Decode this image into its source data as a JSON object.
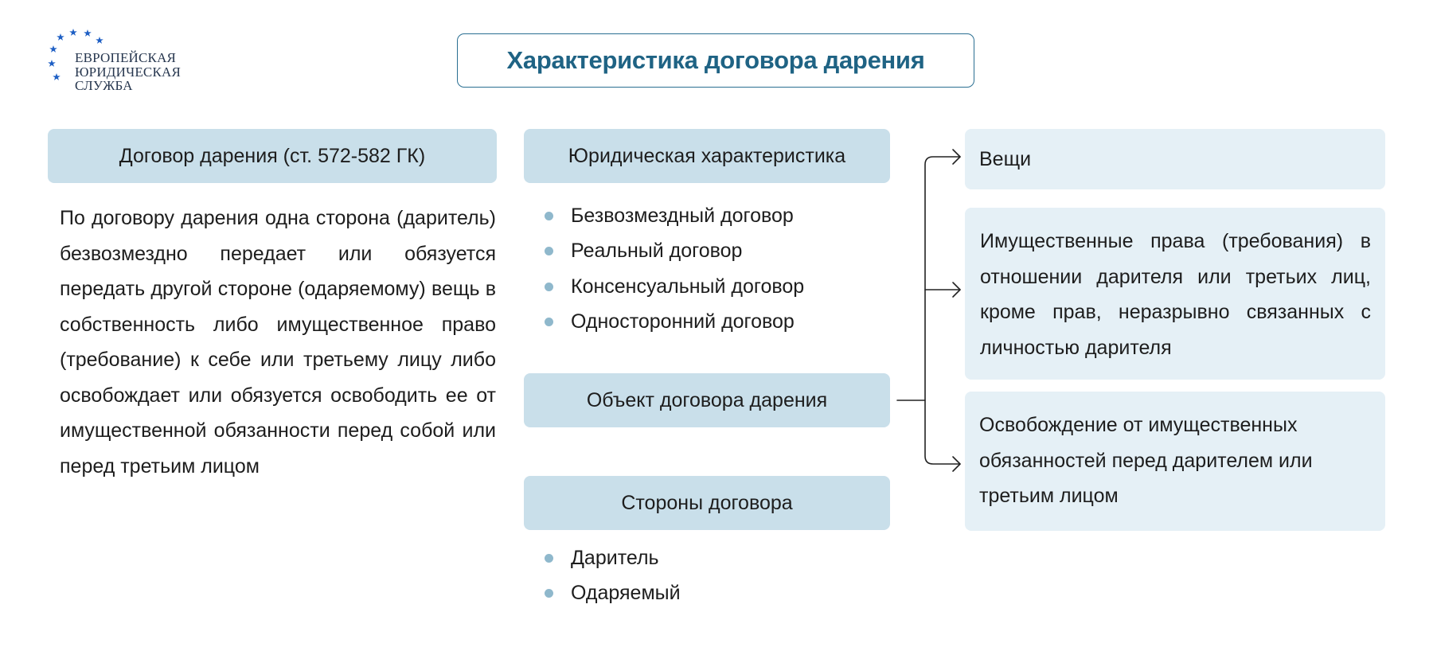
{
  "logo": {
    "lines": [
      "ЕВРОПЕЙСКАЯ",
      "ЮРИДИЧЕСКАЯ",
      "СЛУЖБА"
    ],
    "star_color": "#1e5fc4",
    "icon": "stars-arc-icon"
  },
  "title": "Характеристика договора дарения",
  "left": {
    "header": "Договор дарения (ст. 572-582 ГК)",
    "definition": "По договору дарения одна сторона (дари­тель) безвозмездно передает или обязу­ется передать другой стороне (одаряемо­му) вещь в собственность либо имущест­венное право (требование) к себе или третьему лицу либо освобождает или обя­зуется освободить ее от имущественной обязанности перед собой или перед тре­тьим лицом"
  },
  "middle": {
    "legal_header": "Юридическая характеристика",
    "legal_items": [
      "Безвозмездный договор",
      "Реальный договор",
      "Консенсуальный договор",
      "Односторонний договор"
    ],
    "object_header": "Объект договора дарения",
    "parties_header": "Стороны договора",
    "parties_items": [
      "Даритель",
      "Одаряемый"
    ]
  },
  "right": {
    "objects": [
      "Вещи",
      "Имущественные права (требования) в отношении дарителя или третьих лиц, кроме прав, неразрывно связанных с личностью дарителя",
      "Освобождение от имущественных обязанностей перед дарителем или третьим лицом"
    ]
  },
  "colors": {
    "header_fill": "#c9dfea",
    "object_fill": "#e5f0f6",
    "title_border": "#2a6f92",
    "title_text": "#1f6384",
    "bullet": "#8fb8cc"
  }
}
